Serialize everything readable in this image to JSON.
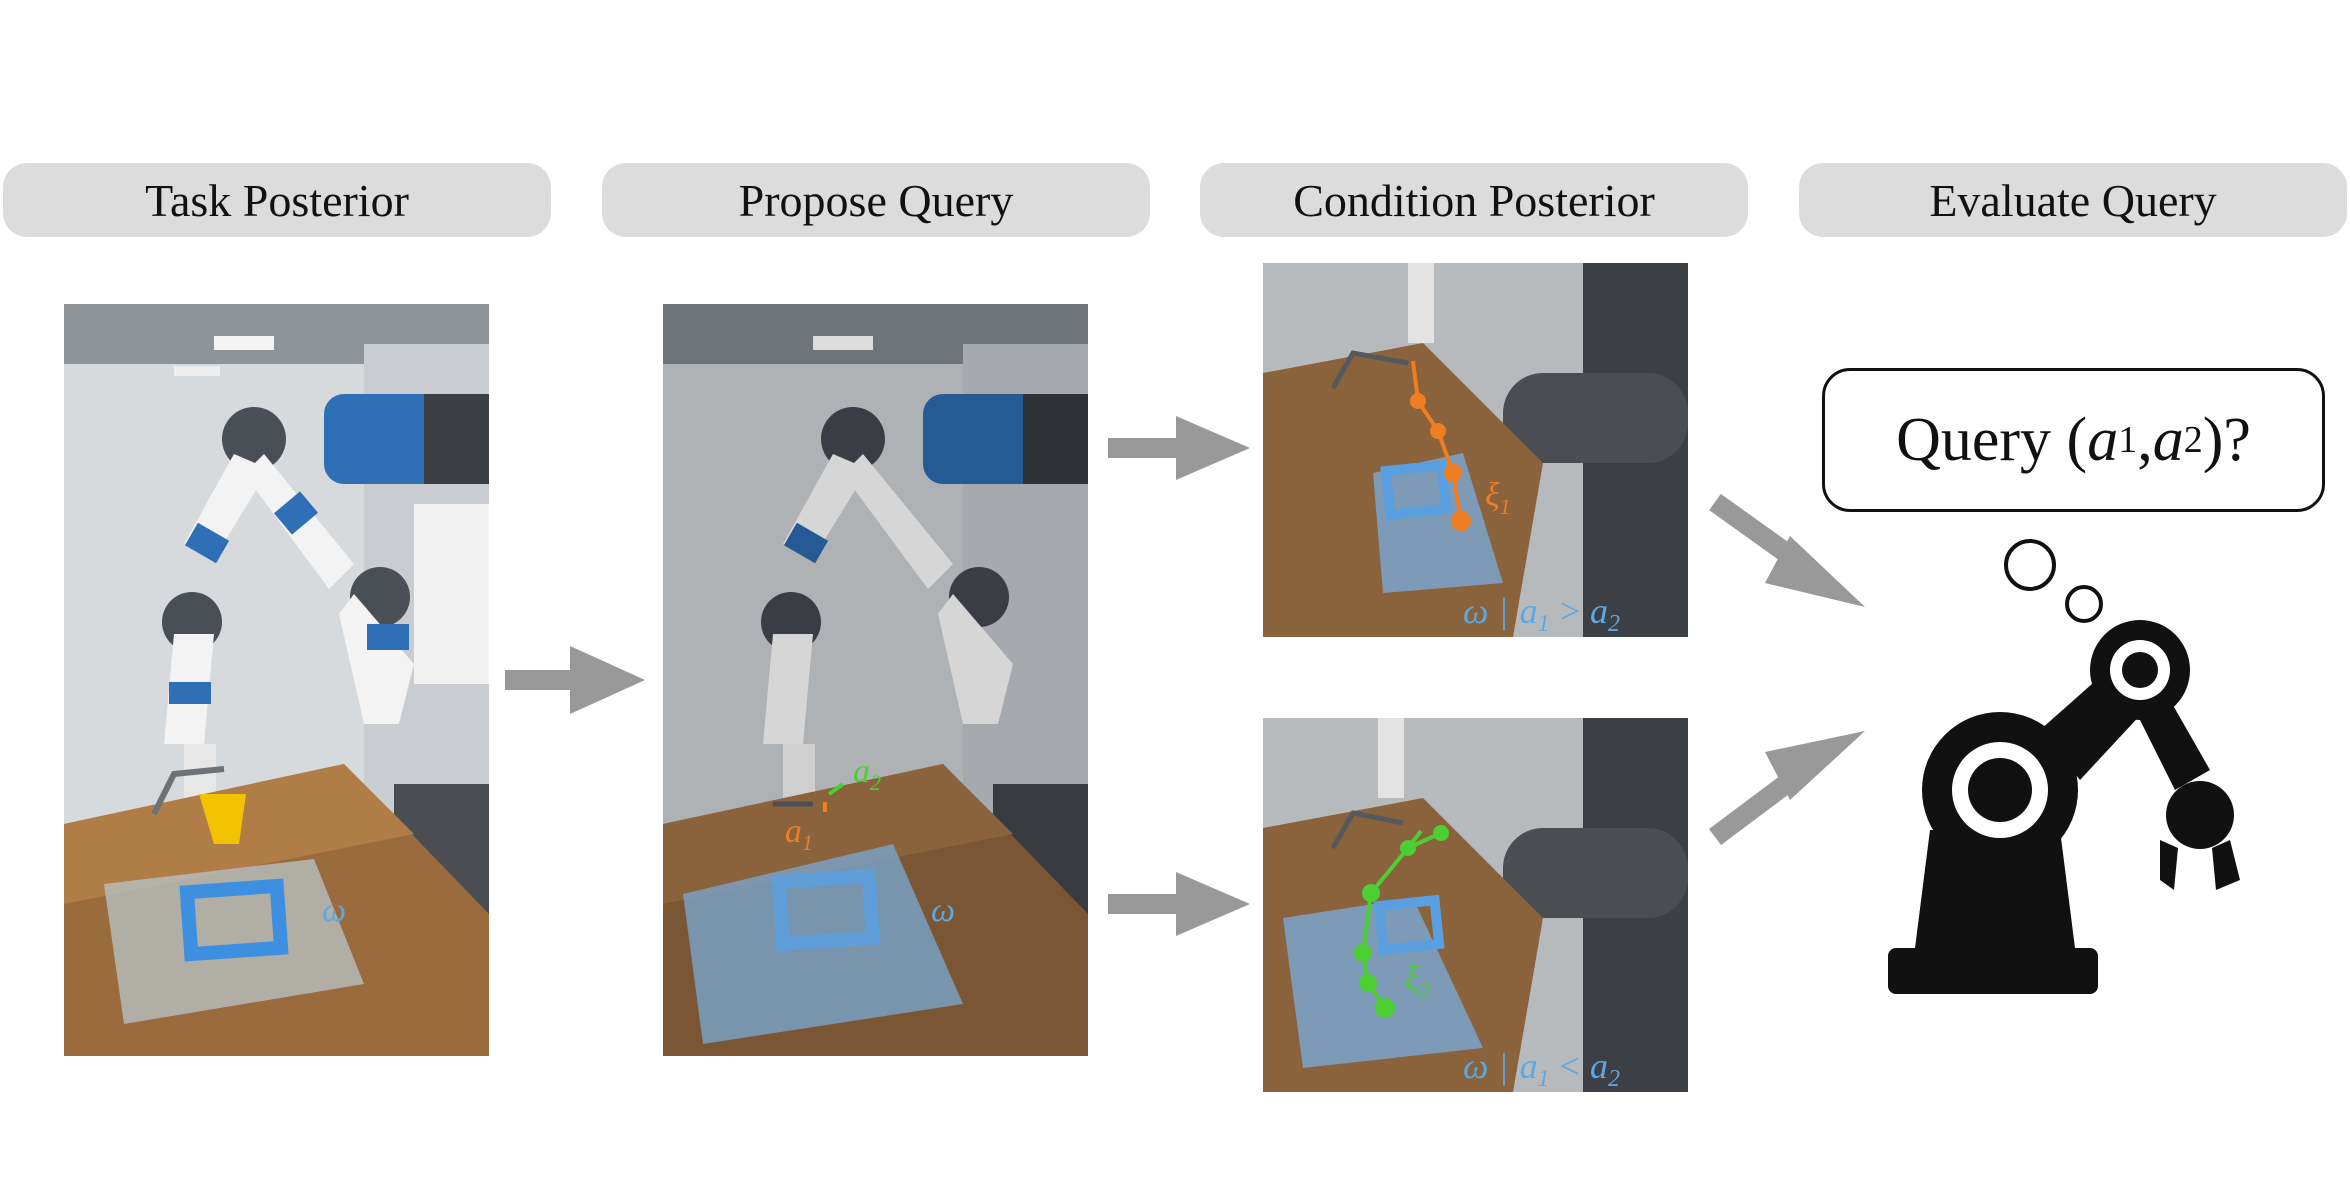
{
  "stages": [
    {
      "id": "task-posterior",
      "label": "Task Posterior"
    },
    {
      "id": "propose-query",
      "label": "Propose Query"
    },
    {
      "id": "condition-posterior",
      "label": "Condition Posterior"
    },
    {
      "id": "evaluate-query",
      "label": "Evaluate Query"
    }
  ],
  "panel1": {
    "omega": "ω"
  },
  "panel2": {
    "omega": "ω",
    "a1": "a",
    "a1_sub": "1",
    "a2": "a",
    "a2_sub": "2"
  },
  "panel3_top": {
    "xi": "ξ",
    "xi_sub": "1",
    "cond_omega": "ω",
    "cond_bar": "|",
    "cond_a": "a",
    "cond_a_sub": "1",
    "cond_op": ">",
    "cond_b": "a",
    "cond_b_sub": "2"
  },
  "panel3_bottom": {
    "xi": "ξ",
    "xi_sub": "2",
    "cond_omega": "ω",
    "cond_bar": "|",
    "cond_a": "a",
    "cond_a_sub": "1",
    "cond_op": "<",
    "cond_b": "a",
    "cond_b_sub": "2"
  },
  "thought": {
    "prefix": "Query (",
    "a": "a",
    "a_sub": "1",
    "sep": ", ",
    "b": "a",
    "b_sub": "2",
    "suffix": ")?"
  },
  "colors": {
    "pill": "#dcdcdc",
    "arrow": "#999999",
    "orange": "#ef7d22",
    "green": "#4ccf33",
    "blue_label": "#5aa8e6",
    "table": "#9a6b3c"
  }
}
